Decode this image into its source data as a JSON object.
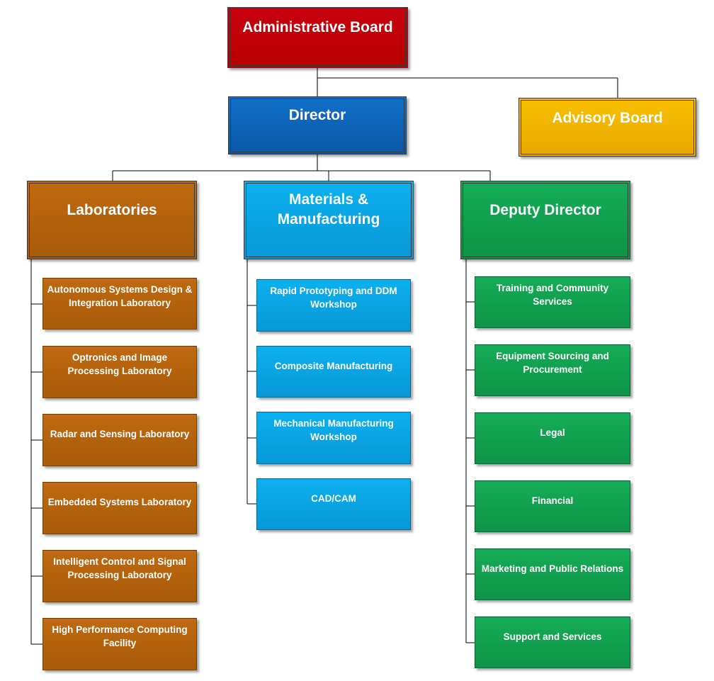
{
  "administrative_board": "Administrative Board",
  "director": "Director",
  "advisory_board": "Advisory Board",
  "laboratories": {
    "title": "Laboratories",
    "items": [
      "Autonomous Systems Design & Integration Laboratory",
      "Optronics and Image Processing Laboratory",
      "Radar and Sensing Laboratory",
      "Embedded Systems Laboratory",
      "Intelligent Control and Signal Processing Laboratory",
      "High Performance Computing Facility"
    ]
  },
  "materials": {
    "title": "Materials & Manufacturing",
    "items": [
      "Rapid Prototyping and DDM Workshop",
      "Composite Manufacturing",
      "Mechanical Manufacturing Workshop",
      "CAD/CAM"
    ]
  },
  "deputy": {
    "title": "Deputy Director",
    "items": [
      "Training and Community Services",
      "Equipment Sourcing and Procurement",
      "Legal",
      "Financial",
      "Marketing and Public Relations",
      "Support and Services"
    ]
  },
  "colors": {
    "administrative_board": "#c00000",
    "director": "#0b5fae",
    "advisory_board": "#f2b600",
    "laboratories": "#b36010",
    "materials": "#0ca6e6",
    "deputy": "#10a04c"
  }
}
